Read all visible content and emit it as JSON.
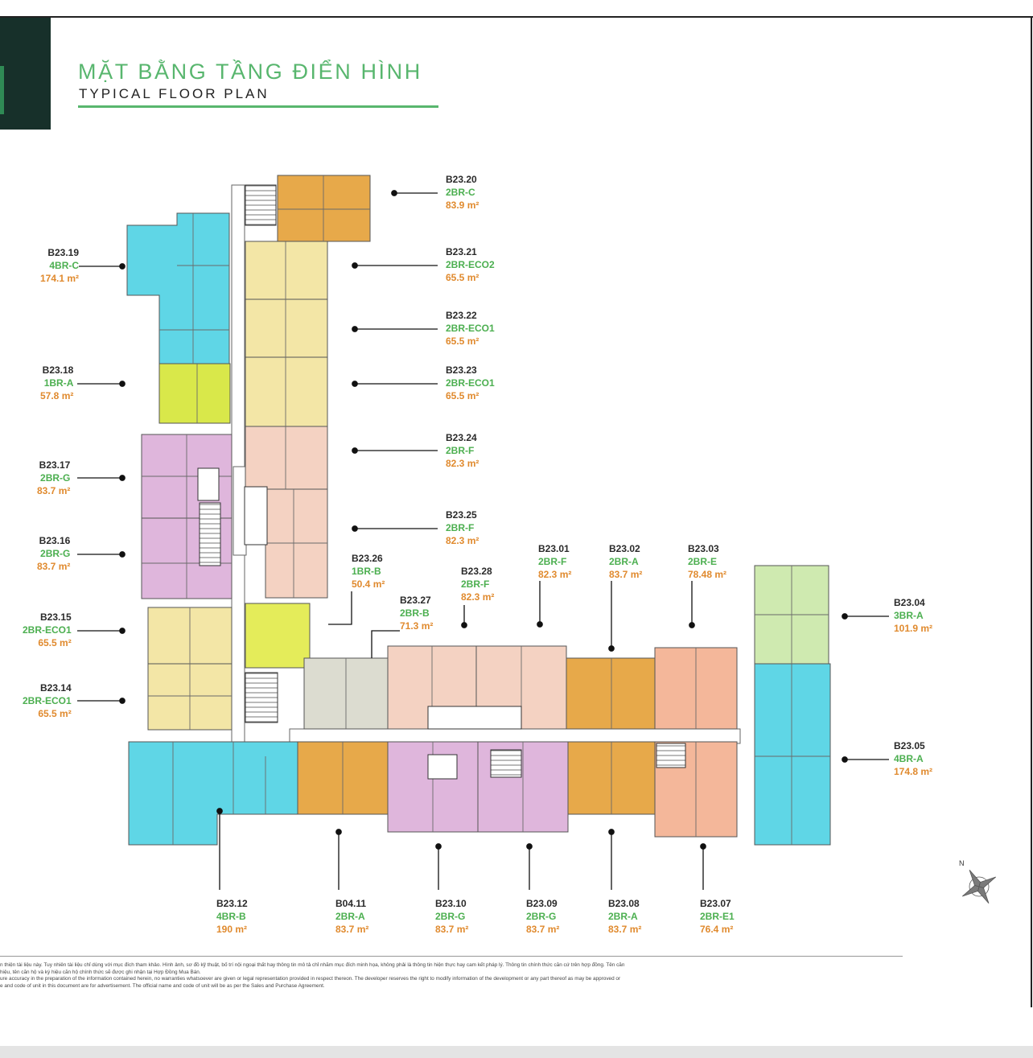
{
  "header": {
    "title_vi": "MẶT BẰNG TẦNG ĐIỂN HÌNH",
    "title_en": "TYPICAL FLOOR PLAN"
  },
  "colors": {
    "brand_dark": "#17302a",
    "brand_green": "#58b66e",
    "type_green": "#4caf50",
    "area_orange": "#e08a2e",
    "unit_cyan": "#5fd6e6",
    "unit_lightyellow": "#f3e6a6",
    "unit_lime": "#d9e84a",
    "unit_purple": "#dfb6dc",
    "unit_pink": "#f4d2c2",
    "unit_orange": "#e7a94a",
    "unit_lightgreen": "#cfeab0",
    "unit_grey": "#dcdcd0"
  },
  "units": [
    {
      "code": "B23.20",
      "type": "2BR-C",
      "area": "83.9 m²"
    },
    {
      "code": "B23.21",
      "type": "2BR-ECO2",
      "area": "65.5 m²"
    },
    {
      "code": "B23.19",
      "type": "4BR-C",
      "area": "174.1 m²"
    },
    {
      "code": "B23.22",
      "type": "2BR-ECO1",
      "area": "65.5 m²"
    },
    {
      "code": "B23.18",
      "type": "1BR-A",
      "area": "57.8 m²"
    },
    {
      "code": "B23.23",
      "type": "2BR-ECO1",
      "area": "65.5 m²"
    },
    {
      "code": "B23.24",
      "type": "2BR-F",
      "area": "82.3 m²"
    },
    {
      "code": "B23.17",
      "type": "2BR-G",
      "area": "83.7 m²"
    },
    {
      "code": "B23.25",
      "type": "2BR-F",
      "area": "82.3 m²"
    },
    {
      "code": "B23.16",
      "type": "2BR-G",
      "area": "83.7 m²"
    },
    {
      "code": "B23.26",
      "type": "1BR-B",
      "area": "50.4 m²"
    },
    {
      "code": "B23.01",
      "type": "2BR-F",
      "area": "82.3 m²"
    },
    {
      "code": "B23.02",
      "type": "2BR-A",
      "area": "83.7 m²"
    },
    {
      "code": "B23.03",
      "type": "2BR-E",
      "area": "78.48 m²"
    },
    {
      "code": "B23.28",
      "type": "2BR-F",
      "area": "82.3 m²"
    },
    {
      "code": "B23.27",
      "type": "2BR-B",
      "area": "71.3 m²"
    },
    {
      "code": "B23.04",
      "type": "3BR-A",
      "area": "101.9 m²"
    },
    {
      "code": "B23.15",
      "type": "2BR-ECO1",
      "area": "65.5 m²"
    },
    {
      "code": "B23.14",
      "type": "2BR-ECO1",
      "area": "65.5 m²"
    },
    {
      "code": "B23.05",
      "type": "4BR-A",
      "area": "174.8 m²"
    },
    {
      "code": "B23.12",
      "type": "4BR-B",
      "area": "190 m²"
    },
    {
      "code": "B04.11",
      "type": "2BR-A",
      "area": "83.7 m²"
    },
    {
      "code": "B23.10",
      "type": "2BR-G",
      "area": "83.7 m²"
    },
    {
      "code": "B23.09",
      "type": "2BR-G",
      "area": "83.7 m²"
    },
    {
      "code": "B23.08",
      "type": "2BR-A",
      "area": "83.7 m²"
    },
    {
      "code": "B23.07",
      "type": "2BR-E1",
      "area": "76.4 m²"
    }
  ],
  "compass": {
    "label": "N"
  },
  "disclaimer": [
    "n thiện tài liệu này. Tuy nhiên tài liệu chỉ dùng với mục đích tham khảo. Hình ảnh, sơ đồ kỹ thuật, bố trí nội ngoại thất hay thông tin mô tả chỉ nhằm mục đích minh họa, không phải là thông tin hiện thực hay cam kết pháp lý. Thông tin chính thức căn cứ trên hợp đồng. Tên căn",
    "hiệu, tên căn hộ và ký hiệu căn hộ chính thức sẽ được ghi nhận tại Hợp Đồng Mua Bán.",
    "ure accuracy in the preparation of the information contained herein, no warranties whatsoever are given or legal representation provided in respect thereon. The developer reserves the right to modify information of the development or any part thereof as may be approved or",
    "e and code of unit in this document are for advertisement. The official name and code of unit will be as per the Sales and Purchase Agreement."
  ]
}
